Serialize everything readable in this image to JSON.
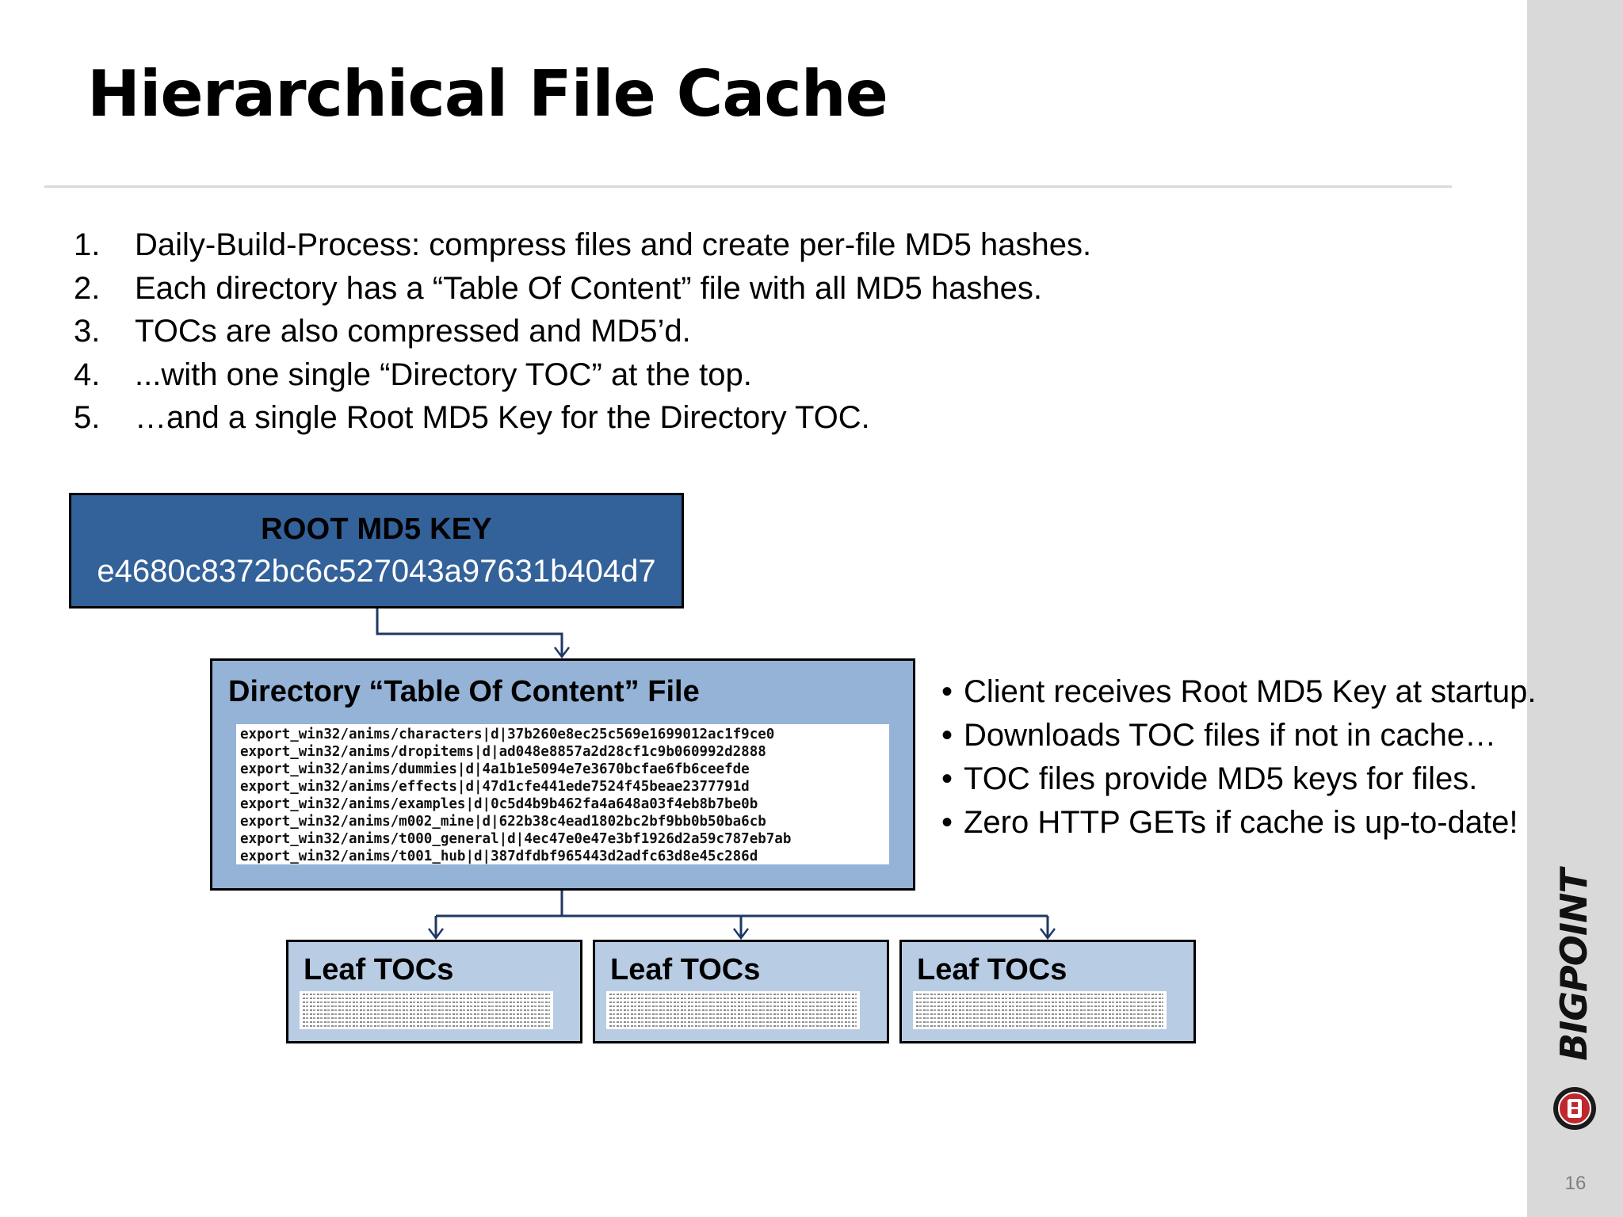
{
  "slide": {
    "title": "Hierarchical File Cache",
    "page_number": "16"
  },
  "steps": [
    {
      "num": "1.",
      "text": "Daily-Build-Process: compress files and create per-file MD5 hashes."
    },
    {
      "num": "2.",
      "text": "Each directory has a “Table Of Content” file with all MD5 hashes."
    },
    {
      "num": "3.",
      "text": "TOCs are also compressed and MD5’d."
    },
    {
      "num": "4.",
      "text": "...with one single “Directory TOC” at the top."
    },
    {
      "num": "5.",
      "text": "…and a single Root MD5 Key for the Directory TOC."
    }
  ],
  "diagram": {
    "root": {
      "title": "ROOT MD5 KEY",
      "key": "e4680c8372bc6c527043a97631b404d7"
    },
    "directory": {
      "title": "Directory “Table Of Content” File",
      "entries": [
        "export_win32/anims/characters|d|37b260e8ec25c569e1699012ac1f9ce0",
        "export_win32/anims/dropitems|d|ad048e8857a2d28cf1c9b060992d2888",
        "export_win32/anims/dummies|d|4a1b1e5094e7e3670bcfae6fb6ceefde",
        "export_win32/anims/effects|d|47d1cfe441ede7524f45beae2377791d",
        "export_win32/anims/examples|d|0c5d4b9b462fa4a648a03f4eb8b7be0b",
        "export_win32/anims/m002_mine|d|622b38c4ead1802bc2bf9bb0b50ba6cb",
        "export_win32/anims/t000_general|d|4ec47e0e47e3bf1926d2a59c787eb7ab",
        "export_win32/anims/t001_hub|d|387dfdbf965443d2adfc63d8e45c286d"
      ]
    },
    "leaves": [
      {
        "title": "Leaf TOCs"
      },
      {
        "title": "Leaf TOCs"
      },
      {
        "title": "Leaf TOCs"
      }
    ],
    "colors": {
      "root_fill": "#336199",
      "directory_fill": "#95b3d7",
      "leaf_fill": "#b8cce4",
      "connector": "#1f3864"
    }
  },
  "notes": [
    "Client receives Root MD5 Key at startup.",
    "Downloads TOC files if not in cache…",
    "TOC files provide MD5 keys for files.",
    "Zero HTTP GETs if cache is up-to-date!"
  ],
  "branding": {
    "logo_text": "BIGPOINT",
    "logo_icon": "bigpoint-emblem-icon"
  }
}
